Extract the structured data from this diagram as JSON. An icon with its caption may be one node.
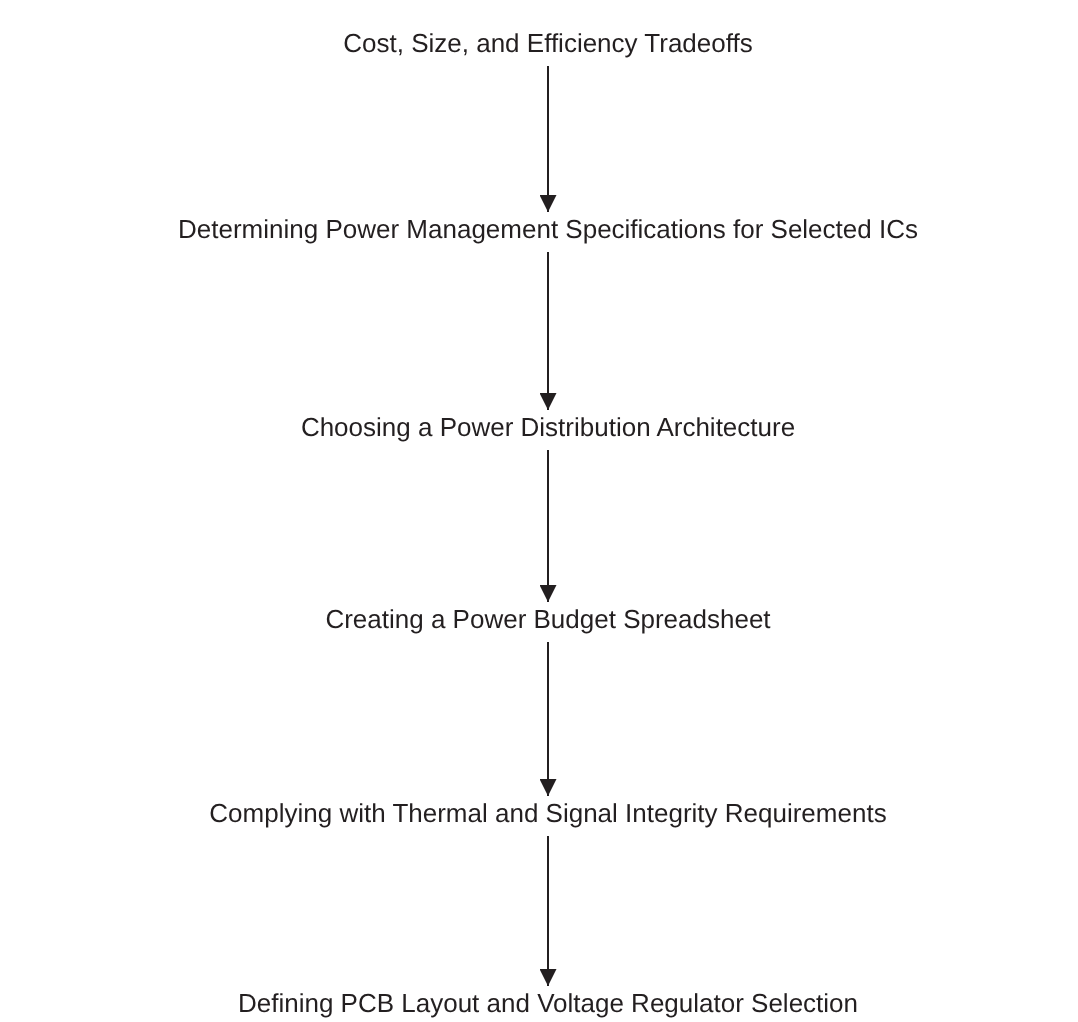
{
  "diagram": {
    "nodes": [
      {
        "text": [
          "Cost, Size, and Efficiency Tradeoffs"
        ]
      },
      {
        "text": [
          "Determining Power Management Specifications for Selected ICs"
        ]
      },
      {
        "text": [
          "Choosing a Power Distribution Architecture"
        ]
      },
      {
        "text": [
          "Creating a Power Budget Spreadsheet"
        ]
      },
      {
        "text": [
          "Complying with Thermal and Signal Integrity Requirements"
        ]
      },
      {
        "text": [
          "Defining PCB Layout and Voltage Regulator Selection"
        ]
      }
    ],
    "edges": [
      {
        "from": 0,
        "to": 1,
        "arrow": "to"
      },
      {
        "from": 1,
        "to": 2,
        "arrow": "to"
      },
      {
        "from": 2,
        "to": 3,
        "arrow": "to"
      },
      {
        "from": 3,
        "to": 4,
        "arrow": "to"
      },
      {
        "from": 4,
        "to": 5,
        "arrow": "to"
      }
    ]
  }
}
